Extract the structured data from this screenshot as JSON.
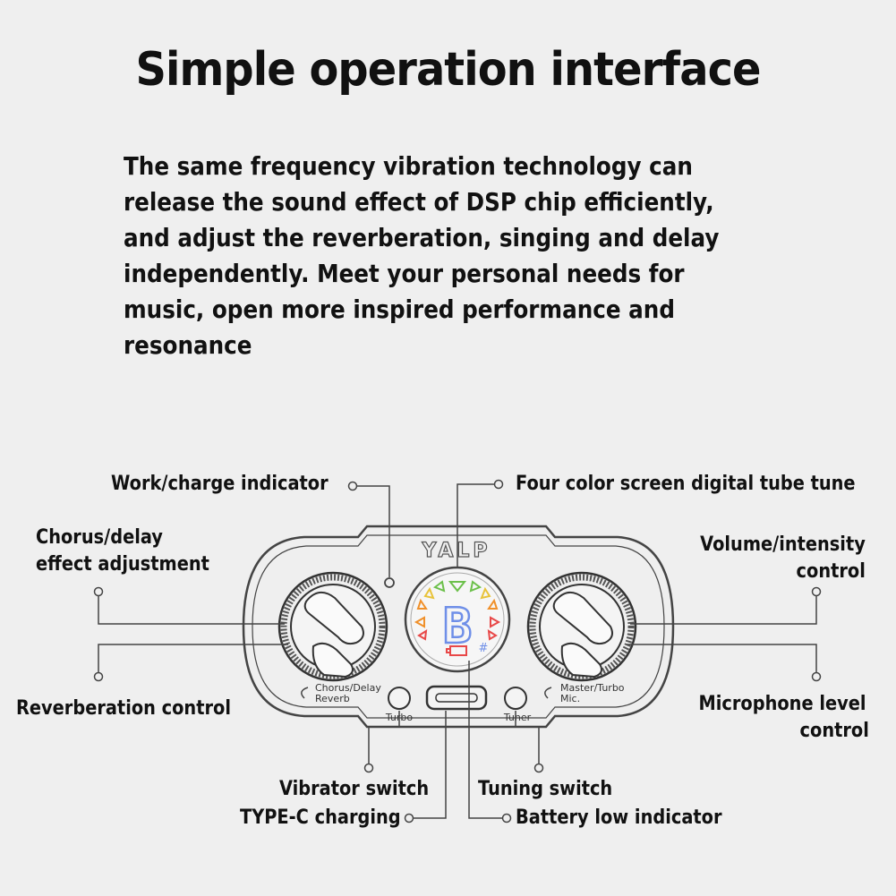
{
  "title": "Simple operation interface",
  "description": "The same frequency vibration technology can release the sound effect of DSP chip efficiently, and adjust the reverberation, singing and delay independently. Meet your personal needs for music, open more inspired performance and resonance",
  "callouts": {
    "work_charge": "Work/charge indicator",
    "tube_tune": "Four color screen digital tube tune",
    "chorus_delay_1": "Chorus/delay",
    "chorus_delay_2": "effect adjustment",
    "volume_1": "Volume/intensity",
    "volume_2": "control",
    "reverb_control": "Reverberation control",
    "mic_level_1": "Microphone level",
    "mic_level_2": "control",
    "vibrator": "Vibrator switch",
    "typec": "TYPE-C charging",
    "tuning": "Tuning switch",
    "battery": "Battery low indicator"
  },
  "device": {
    "logo": "YALP",
    "left_knob_top": "Chorus/Delay",
    "left_knob_bottom": "Reverb",
    "right_knob_top": "Master/Turbo",
    "right_knob_bottom": "Mic.",
    "turbo_button": "Turbo",
    "tuner_button": "Tuner",
    "display_digit": "B",
    "display_sharp": "#"
  },
  "colors": {
    "line": "#444444",
    "tuner_green": "#6cc04a",
    "tuner_yellow": "#e8c33a",
    "tuner_orange": "#f0902a",
    "tuner_red": "#e84848",
    "tuner_blue": "#6f8fe8"
  }
}
